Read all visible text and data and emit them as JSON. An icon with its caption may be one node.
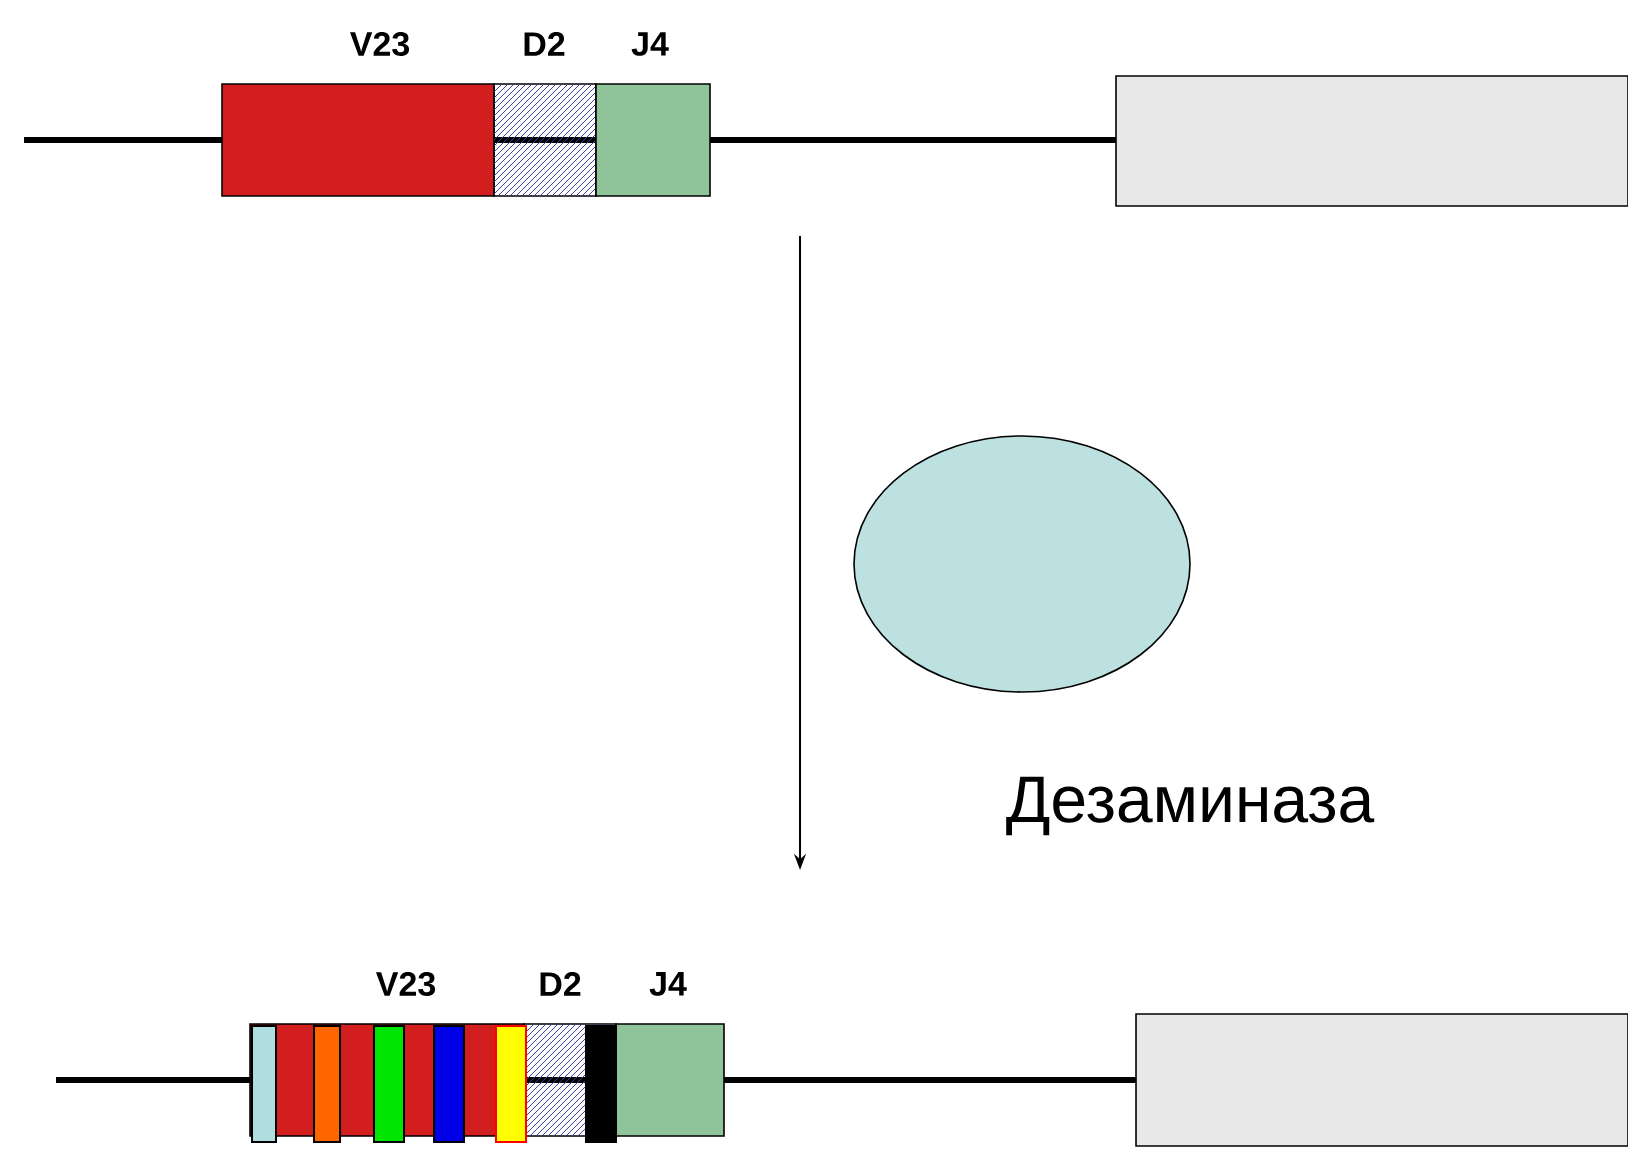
{
  "diagram": {
    "nodes": [
      {
        "text": [
          "V23"
        ]
      },
      {
        "text": [
          "D2"
        ]
      },
      {
        "text": [
          "J4"
        ]
      },
      {
        "text": [],
        "shape": "box"
      },
      {
        "text": [
          "V23"
        ]
      },
      {
        "text": [
          "D2"
        ]
      },
      {
        "text": [
          "J4"
        ]
      },
      {
        "text": [],
        "shape": "box"
      },
      {
        "text": [],
        "shape": "circle",
        "beside": [
          "Дезаминаза"
        ]
      }
    ]
  }
}
